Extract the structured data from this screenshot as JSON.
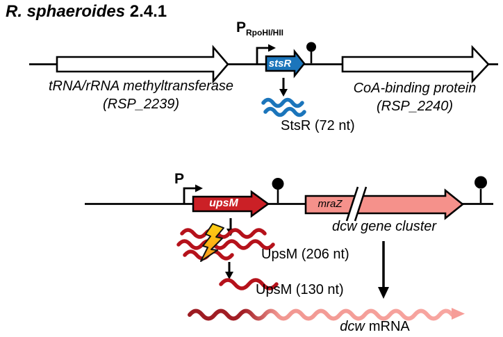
{
  "figure": {
    "title": {
      "species": "R. sphaeroides",
      "strain": "2.4.1"
    }
  },
  "top_locus": {
    "left_gene": {
      "name": "tRNA/rRNA methyltransferase",
      "locus": "(RSP_2239)"
    },
    "promoter": {
      "base": "P",
      "subscript": "RpoHI/HII"
    },
    "srna_gene_label": "stsR",
    "right_gene": {
      "name": "CoA-binding protein",
      "locus": "(RSP_2240)"
    },
    "transcript_label": "StsR (72 nt)"
  },
  "bottom_locus": {
    "promoter": {
      "base": "P"
    },
    "srna_gene_label": "upsM",
    "mraz_label": "mraZ",
    "cluster_label": "dcw gene cluster",
    "transcript_full_label": "UpsM (206 nt)",
    "transcript_processed_label": "UpsM (130 nt)",
    "mrna_label": {
      "italic": "dcw",
      "rest": "mRNA"
    }
  },
  "colors": {
    "srna_blue": "#1b75bb",
    "upsm_red": "#cb2026",
    "transcript_dark_red": "#b5121b",
    "dcw_pink": "#f5918b",
    "mrna_light_pink": "#f8a7a2",
    "mrna_dark_red": "#9c1b22",
    "bolt_yellow": "#fdc913",
    "bolt_orange": "#f7941e",
    "outline": "#000000"
  }
}
